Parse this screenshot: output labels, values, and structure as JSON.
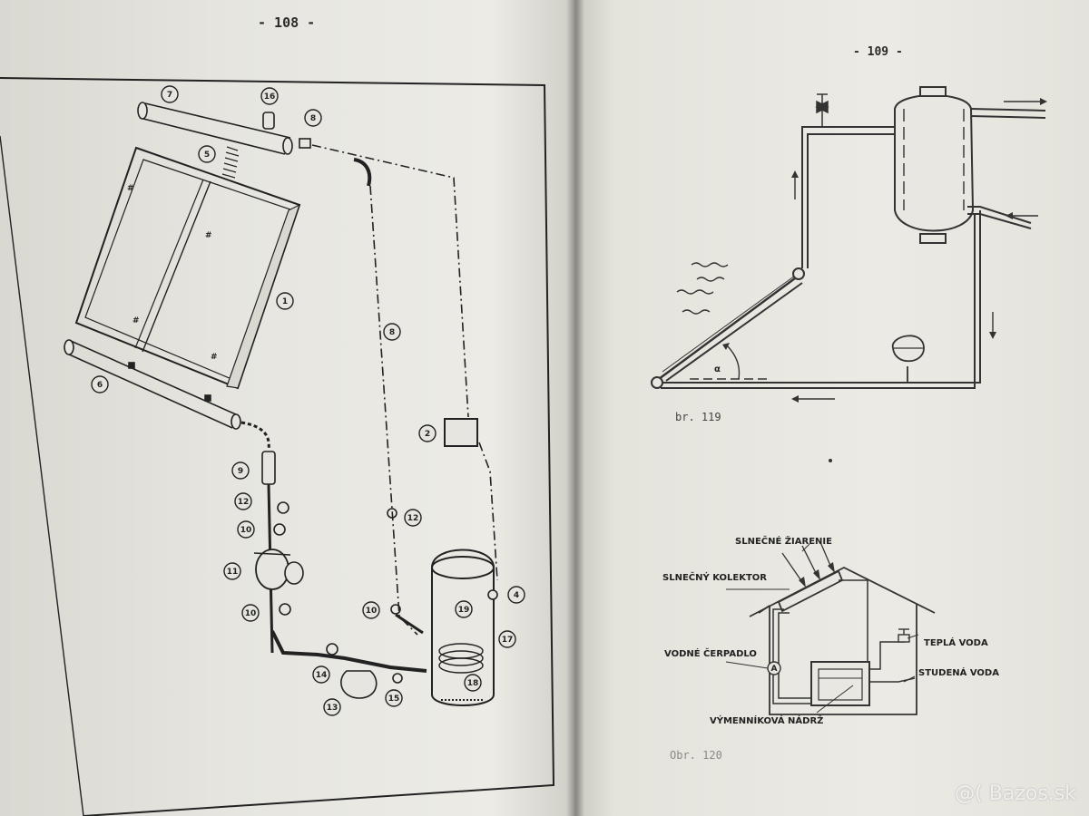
{
  "pages": {
    "left": {
      "page_number": "- 108 -"
    },
    "right": {
      "page_number": "- 109 -"
    }
  },
  "figure_left": {
    "callouts": [
      "7",
      "16",
      "8",
      "5",
      "1",
      "6",
      "8",
      "2",
      "9",
      "12",
      "10",
      "11",
      "10",
      "12",
      "10",
      "19",
      "17",
      "4",
      "14",
      "13",
      "15",
      "18"
    ]
  },
  "figure_119": {
    "caption": "br. 119",
    "angle_label": "α"
  },
  "figure_120": {
    "caption": "Obr. 120",
    "labels": {
      "radiation": "SLNEČNÉ ŽIARENIE",
      "collector": "SLNEČNÝ KOLEKTOR",
      "pump": "VODNÉ ČERPADLO",
      "hot_water": "TEPLÁ VODA",
      "cold_water": "STUDENÁ VODA",
      "tank": "VÝMENNÍKOVÁ NÁDRŽ"
    },
    "pump_symbol": "A"
  },
  "watermark": "@( Bazos.sk"
}
